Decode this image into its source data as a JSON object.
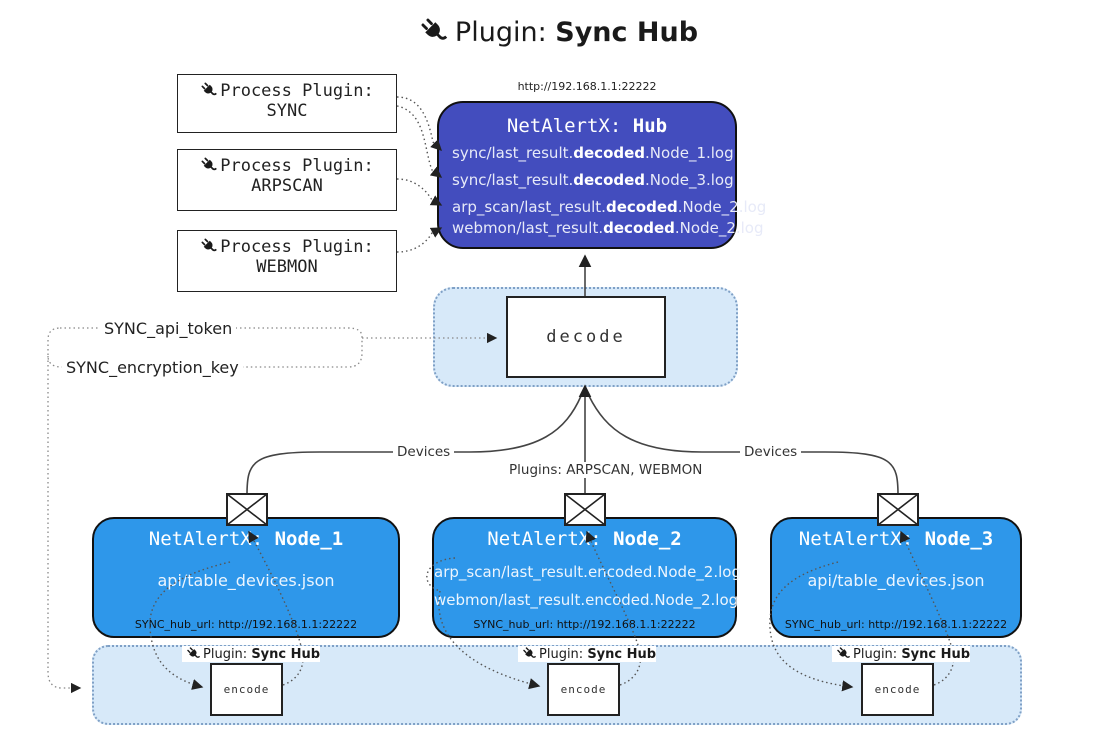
{
  "title": {
    "prefix": "Plugin: ",
    "bold": "Sync Hub"
  },
  "process_plugins": [
    {
      "label": "Process Plugin:",
      "name": "SYNC"
    },
    {
      "label": "Process Plugin:",
      "name": "ARPSCAN"
    },
    {
      "label": "Process Plugin:",
      "name": "WEBMON"
    }
  ],
  "hub": {
    "url": "http://192.168.1.1:22222",
    "title_prefix": "NetAlertX: ",
    "title_bold": "Hub",
    "logs": [
      {
        "prefix": "sync/last_result.",
        "bold": "decoded",
        "suffix": ".Node_1.log"
      },
      {
        "prefix": "sync/last_result.",
        "bold": "decoded",
        "suffix": ".Node_3.log"
      },
      {
        "prefix": "arp_scan/last_result.",
        "bold": "decoded",
        "suffix": ".Node_2.log"
      },
      {
        "prefix": "webmon/last_result.",
        "bold": "decoded",
        "suffix": ".Node_2.log"
      }
    ]
  },
  "decode": {
    "label": "decode"
  },
  "config": {
    "api_token": "SYNC_api_token",
    "encryption_key": "SYNC_encryption_key"
  },
  "edges": {
    "devices_left": "Devices",
    "devices_right": "Devices",
    "plugins": "Plugins: ARPSCAN, WEBMON"
  },
  "nodes": [
    {
      "title_prefix": "NetAlertX: ",
      "title_bold": "Node_1",
      "files": [
        "api/table_devices.json"
      ],
      "hub_url": "SYNC_hub_url: http://192.168.1.1:22222"
    },
    {
      "title_prefix": "NetAlertX: ",
      "title_bold": "Node_2",
      "files": [
        "arp_scan/last_result.encoded.Node_2.log",
        "webmon/last_result.encoded.Node_2.log"
      ],
      "hub_url": "SYNC_hub_url: http://192.168.1.1:22222"
    },
    {
      "title_prefix": "NetAlertX: ",
      "title_bold": "Node_3",
      "files": [
        "api/table_devices.json"
      ],
      "hub_url": "SYNC_hub_url: http://192.168.1.1:22222"
    }
  ],
  "encoders": [
    {
      "label_prefix": "Plugin: ",
      "label_bold": "Sync Hub",
      "box": "encode"
    },
    {
      "label_prefix": "Plugin: ",
      "label_bold": "Sync Hub",
      "box": "encode"
    },
    {
      "label_prefix": "Plugin: ",
      "label_bold": "Sync Hub",
      "box": "encode"
    }
  ],
  "colors": {
    "hub_fill": "#434dbe",
    "node_fill": "#2e97ea",
    "panel_fill": "#d7e9f9",
    "panel_border": "#7fa0c6",
    "connector": "#444"
  }
}
